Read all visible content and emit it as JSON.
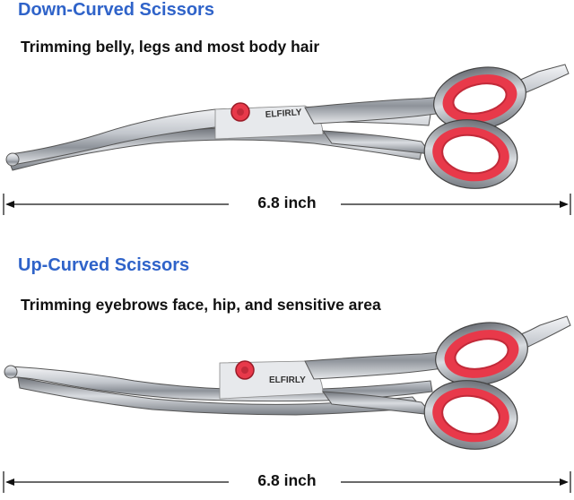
{
  "sections": [
    {
      "title": "Down-Curved Scissors",
      "description": "Trimming belly, legs and most body hair",
      "brand": "ELFIRLY",
      "length_label": "6.8 inch",
      "orientation": "down"
    },
    {
      "title": "Up-Curved Scissors",
      "description": "Trimming eyebrows face, hip, and sensitive area",
      "brand": "ELFIRLY",
      "length_label": "6.8 inch",
      "orientation": "up"
    }
  ],
  "colors": {
    "title": "#2f63c9",
    "text": "#111111",
    "handle_red": "#e8394a",
    "steel": "#c9ccd1"
  }
}
